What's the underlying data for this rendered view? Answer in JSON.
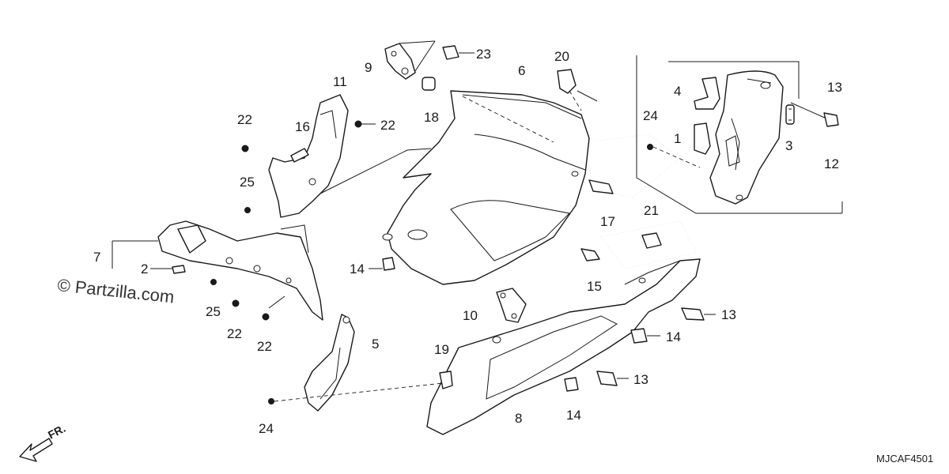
{
  "watermark": "© Partzilla.com",
  "diagram_code": "MJCAF4501",
  "direction_label": "FR.",
  "callouts": {
    "c1": "1",
    "c2": "2",
    "c3": "3",
    "c4": "4",
    "c5": "5",
    "c6": "6",
    "c7": "7",
    "c8": "8",
    "c9": "9",
    "c10": "10",
    "c11": "11",
    "c12": "12",
    "c13a": "13",
    "c13b": "13",
    "c13c": "13",
    "c14a": "14",
    "c14b": "14",
    "c14c": "14",
    "c15": "15",
    "c16": "16",
    "c17": "17",
    "c18": "18",
    "c19": "19",
    "c20": "20",
    "c21": "21",
    "c22a": "22",
    "c22b": "22",
    "c22c": "22",
    "c22d": "22",
    "c23": "23",
    "c24a": "24",
    "c24b": "24",
    "c25a": "25",
    "c25b": "25"
  }
}
